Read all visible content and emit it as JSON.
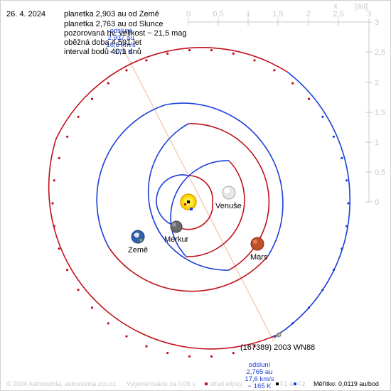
{
  "date": "26. 4. 2024",
  "info_lines": [
    "planetka 2,903 au od Země",
    "planetka 2,763 au od Slunce",
    "pozorovaná hv. velikost ~ 21,5 mag",
    "oběžná doba 4,591 let",
    "interval bodů 40,1 dnů"
  ],
  "x_axis": {
    "label": "x",
    "ticks": [
      "0",
      "0,5",
      "1",
      "1,5",
      "2",
      "2,5",
      "3"
    ]
  },
  "y_axis": {
    "label": "[au]",
    "ticks": [
      "3",
      "2,5",
      "2",
      "1,5",
      "1",
      "0,5",
      "0"
    ]
  },
  "aphelion_label": {
    "title": "odsluní",
    "distance": "2,937 au",
    "speed": "16,5 km/s",
    "temp": "~ 170 K"
  },
  "perihelion_label": {
    "title": "odsluní",
    "distance": "2,765 au",
    "speed": "17,6 km/s",
    "temp": "~ 165 K"
  },
  "planets": {
    "venus": "Venuše",
    "earth": "Země",
    "mercury": "Merkur",
    "mars": "Mars"
  },
  "asteroid_name": "(167389) 2003 WN88",
  "footer": {
    "copyright": "© 2024 Astronomia, astronomia.zcu.cz",
    "generated": "Vygenerováno za 0,09 s",
    "legend_center": "střed elipsy,",
    "legend_f1": "F1 a",
    "legend_f2": "F2",
    "scale": "Měřítko: 0,0119 au/bod"
  },
  "colors": {
    "orbit_red": "#c0101a",
    "orbit_blue": "#1a3fd8",
    "axis_gray": "#c8c8c8",
    "sun": "#ffd400",
    "line_of_nodes": "#f5b49a"
  }
}
